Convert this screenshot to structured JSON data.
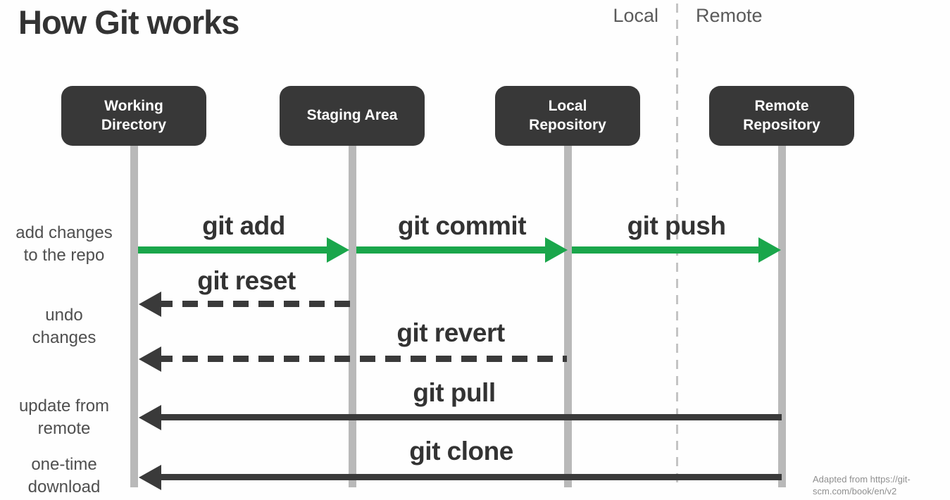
{
  "title": "How Git works",
  "scopes": {
    "local": "Local",
    "remote": "Remote"
  },
  "columns": [
    {
      "label": "Working\nDirectory"
    },
    {
      "label": "Staging Area"
    },
    {
      "label": "Local\nRepository"
    },
    {
      "label": "Remote\nRepository"
    }
  ],
  "commands": {
    "git_add": "git add",
    "git_commit": "git commit",
    "git_push": "git push",
    "git_reset": "git reset",
    "git_revert": "git revert",
    "git_pull": "git pull",
    "git_clone": "git clone"
  },
  "row_labels": {
    "add_changes": "add changes\nto the repo",
    "undo_changes": "undo\nchanges",
    "update_from_remote": "update from\nremote",
    "one_time_download": "one-time\ndownload"
  },
  "attribution": "Adapted from https://git-\nscm.com/book/en/v2",
  "colors": {
    "arrow_green": "#1aa64b",
    "arrow_dark": "#3a3a3a",
    "box_bg": "#383838",
    "lifeline": "#b9b9b9",
    "divider": "#c4c4c4",
    "label_gray": "#4f4f4f",
    "scope_gray": "#5a5a5a",
    "attribution_gray": "#8f8f8f"
  }
}
